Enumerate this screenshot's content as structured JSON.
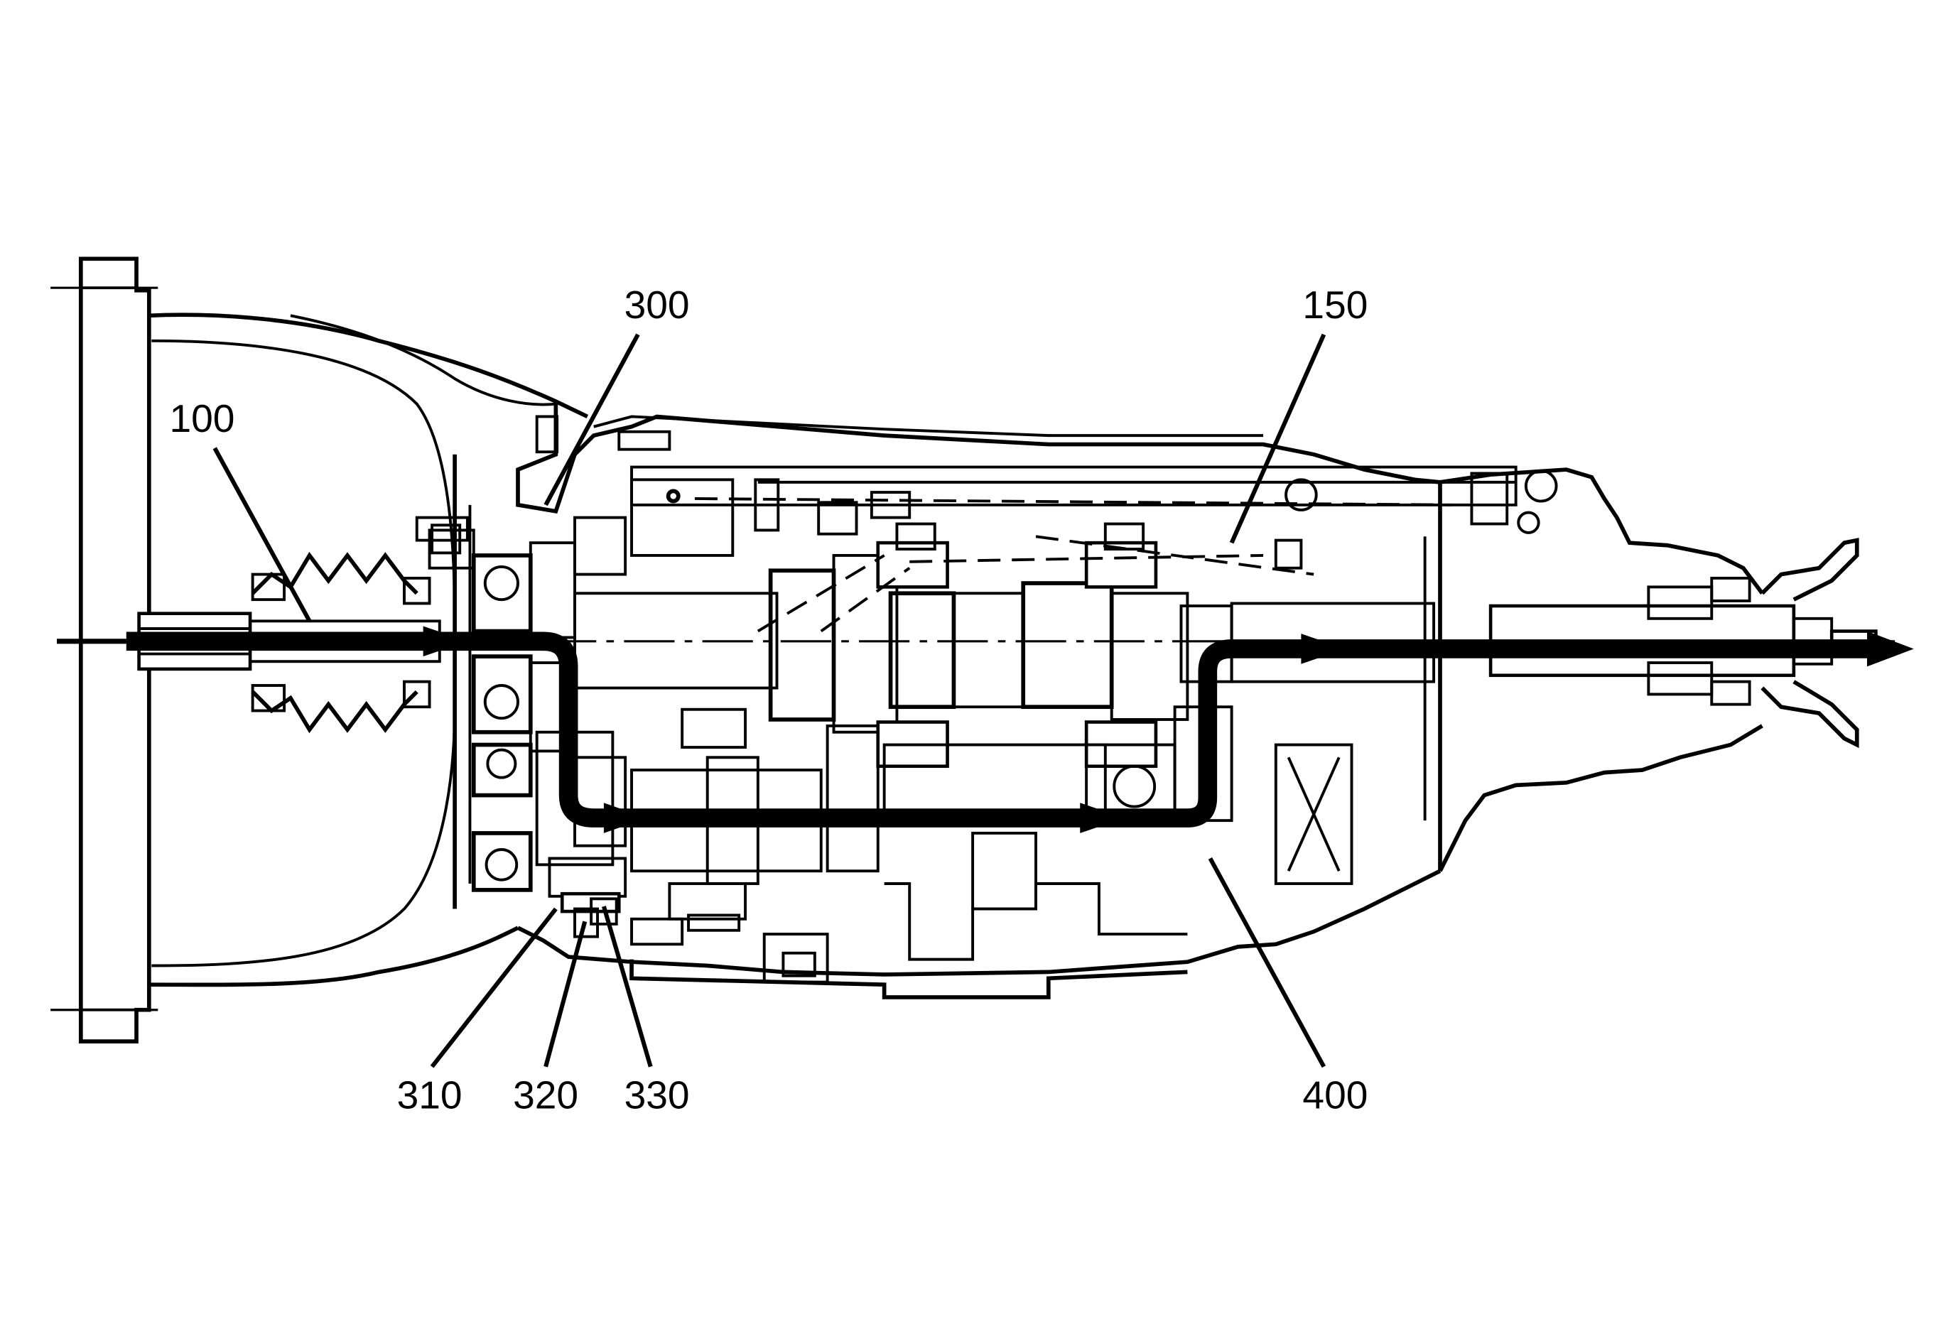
{
  "labels": {
    "input_shaft": "100",
    "output_shaft": "150",
    "housing_front": "300",
    "sensor_mount": "310",
    "sensor_body": "320",
    "sensor_tip": "330",
    "countershaft": "400"
  },
  "colors": {
    "ink": "#000000",
    "paper": "#ffffff"
  },
  "icons": {
    "flow_arrow": "arrowhead"
  }
}
